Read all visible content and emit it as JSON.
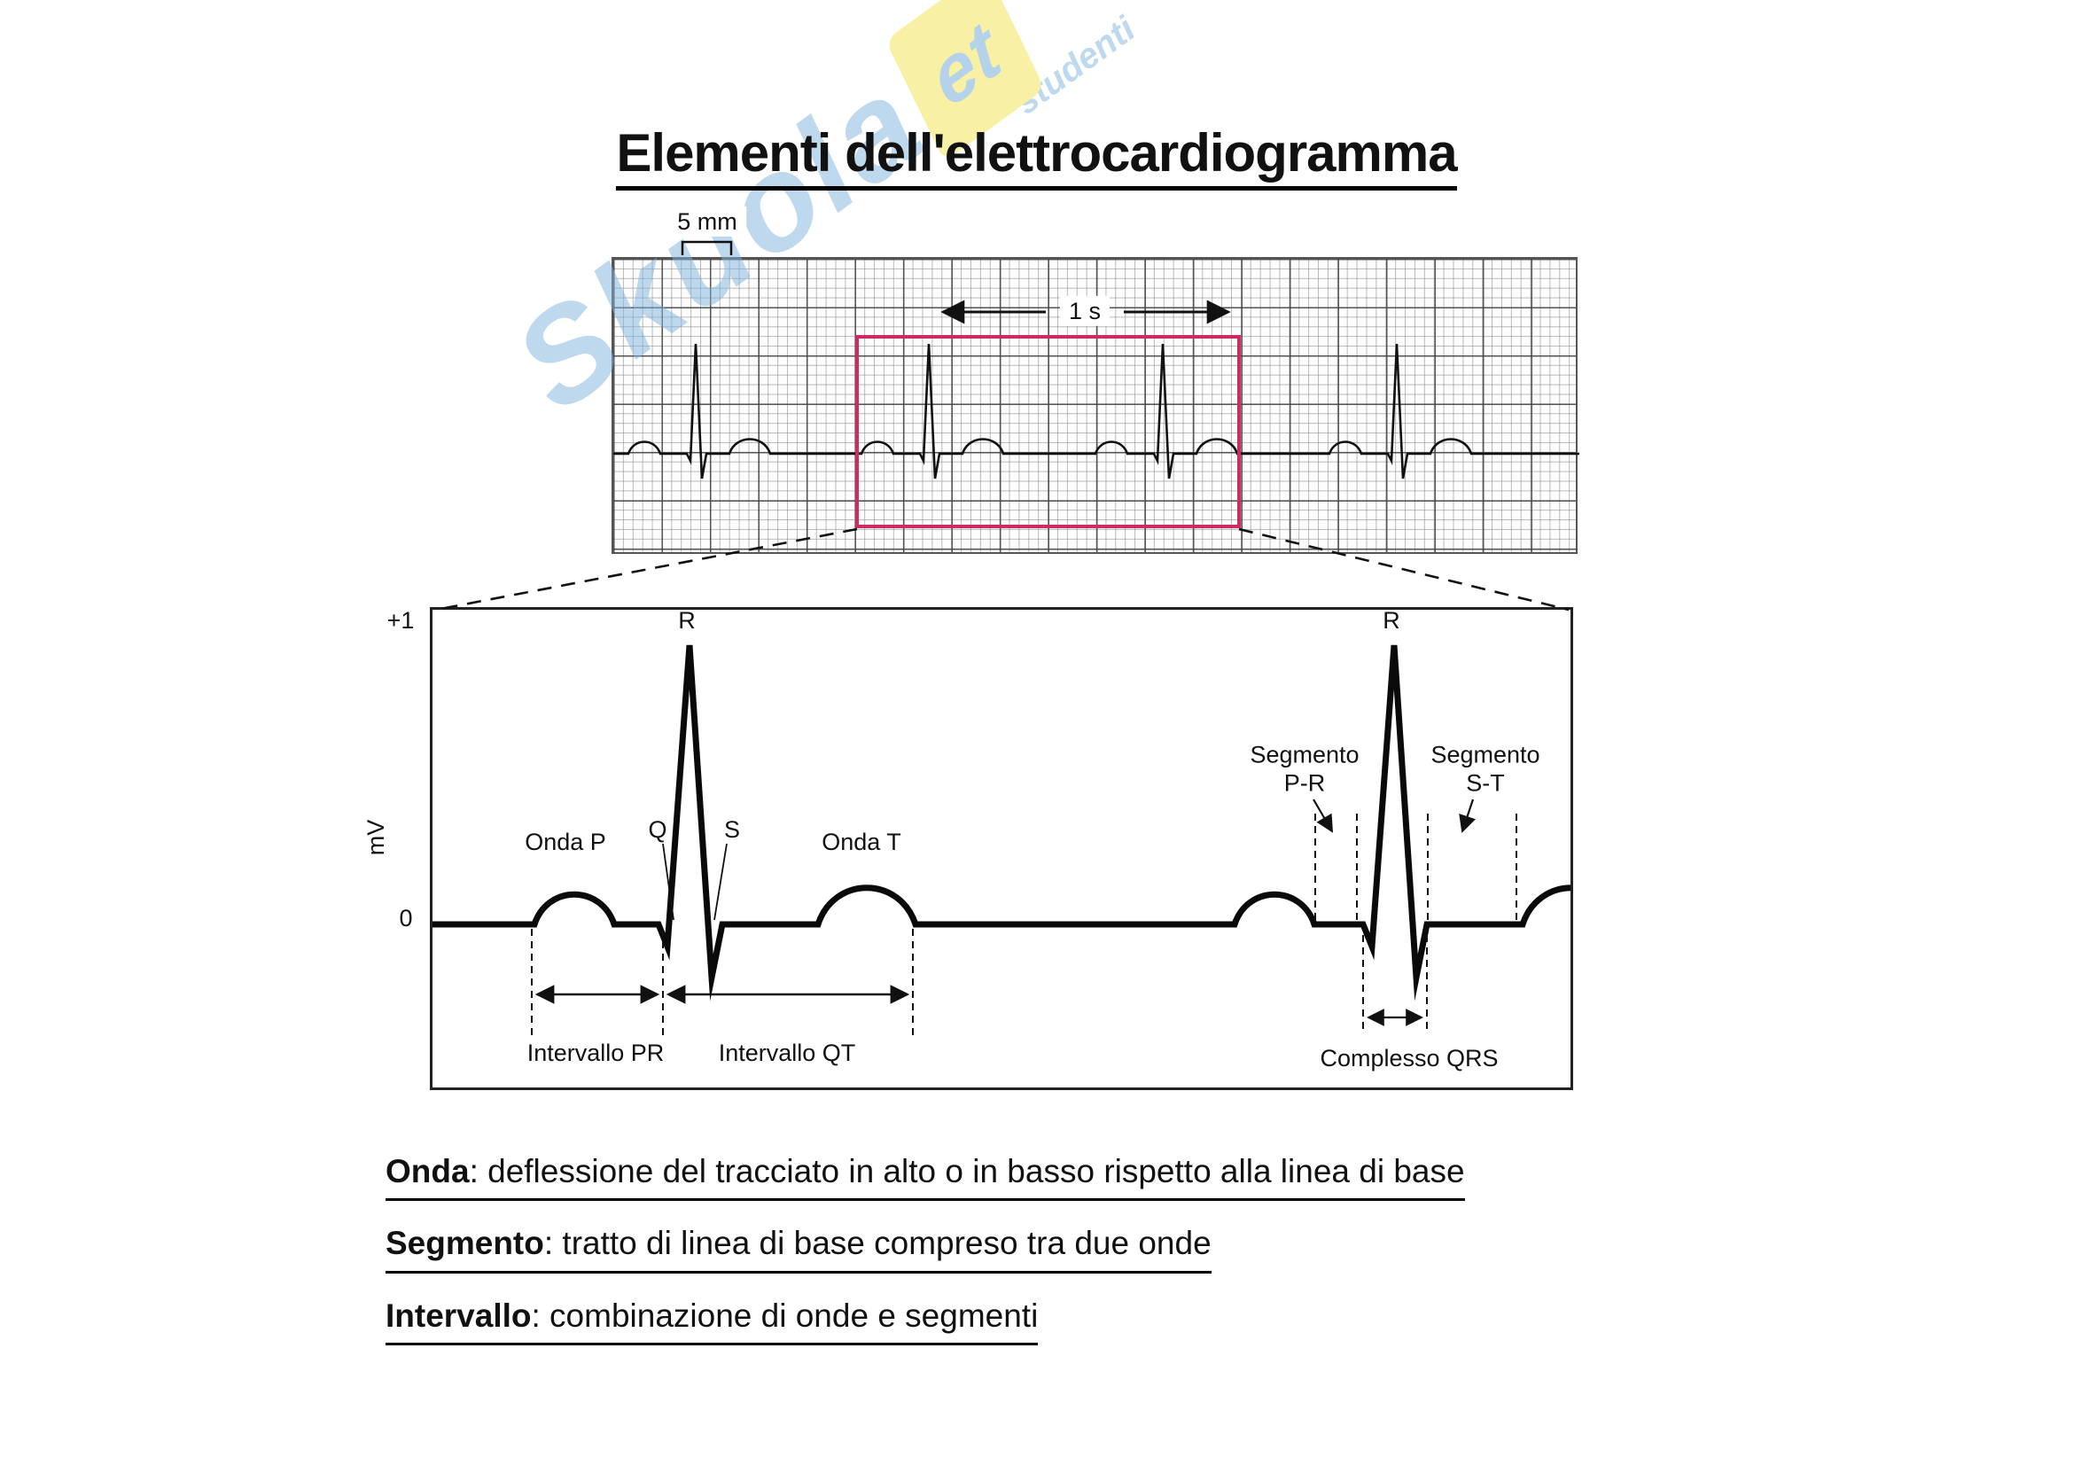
{
  "title": "Elementi dell'elettrocardiogramma",
  "watermark": {
    "main": "Skuola",
    "accent": "et",
    "sub": "studenti"
  },
  "strip": {
    "scale_label": "5 mm",
    "time_label": "1 s"
  },
  "zoom": {
    "axis_plus_one": "+1",
    "axis_zero": "0",
    "axis_unit": "mV",
    "r1": "R",
    "r2": "R",
    "q": "Q",
    "s": "S",
    "onda_p": "Onda P",
    "onda_t": "Onda T",
    "segmento_pr_line1": "Segmento",
    "segmento_pr_line2": "P-R",
    "segmento_st_line1": "Segmento",
    "segmento_st_line2": "S-T",
    "intervallo_pr": "Intervallo PR",
    "intervallo_qt": "Intervallo QT",
    "complesso_qrs": "Complesso QRS"
  },
  "definitions": [
    {
      "term": "Onda",
      "text": ": deflessione del tracciato in alto o in basso rispetto alla linea di base"
    },
    {
      "term": "Segmento",
      "text": ": tratto di linea di base compreso tra due onde"
    },
    {
      "term": "Intervallo",
      "text": ": combinazione di onde e segmenti"
    }
  ],
  "colors": {
    "highlight": "#cf2b63",
    "watermark_blue": "#7fb3dd",
    "watermark_yellow": "#f3e24b"
  }
}
